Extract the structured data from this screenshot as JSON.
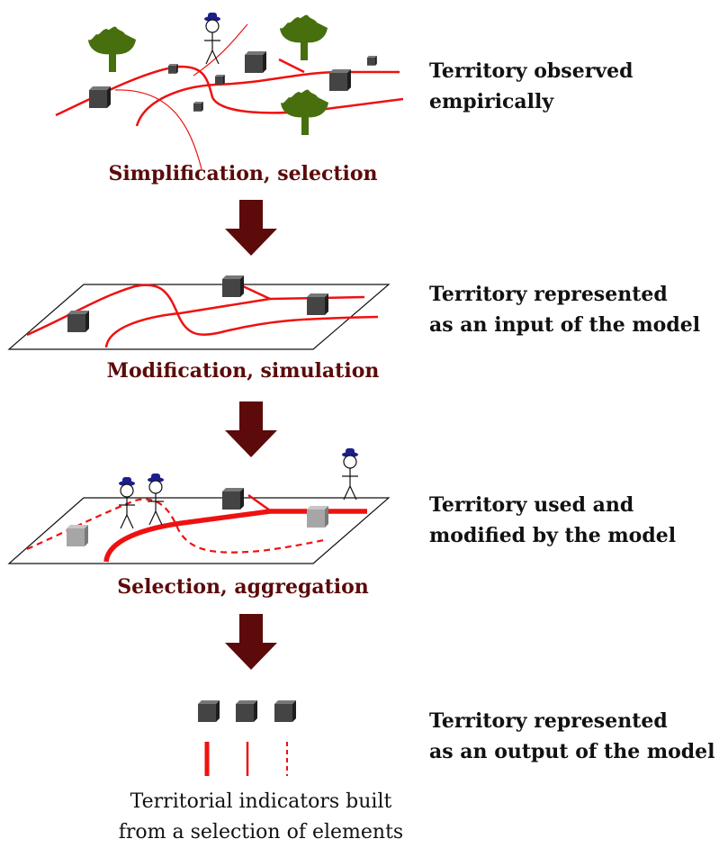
{
  "stages": [
    {
      "line1": "Territory observed",
      "line2": "empirically"
    },
    {
      "line1": "Territory represented",
      "line2": "as an input of the model"
    },
    {
      "line1": "Territory used and",
      "line2": "modified by the model"
    },
    {
      "line1": "Territory represented",
      "line2": "as an output of the model"
    }
  ],
  "steps": [
    {
      "label": "Simplification, selection"
    },
    {
      "label": "Modification, simulation"
    },
    {
      "label": "Selection, aggregation"
    }
  ],
  "caption": {
    "line1": "Territorial indicators built",
    "line2": "from a selection of elements"
  },
  "colors": {
    "road": "#ee1111",
    "arrow": "#5c0a0a",
    "building": "#444444",
    "building_modified": "#9a9a9a",
    "tree": "#476f0e",
    "hat": "#1a1f8c"
  }
}
